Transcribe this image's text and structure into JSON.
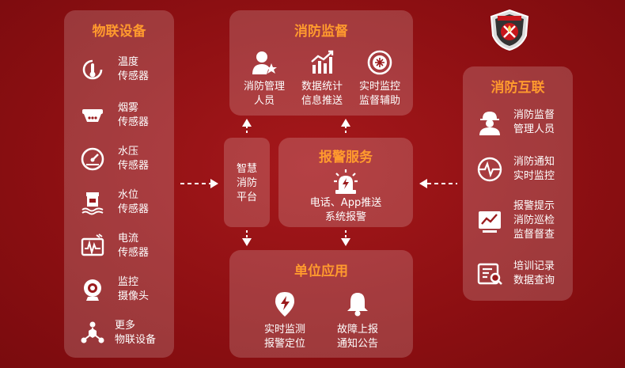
{
  "left_panel": {
    "title": "物联设备",
    "items": [
      {
        "label": "温度\n传感器",
        "icon": "thermometer-icon"
      },
      {
        "label": "烟雾\n传感器",
        "icon": "smoke-detector-icon"
      },
      {
        "label": "水压\n传感器",
        "icon": "pressure-gauge-icon"
      },
      {
        "label": "水位\n传感器",
        "icon": "water-level-icon"
      },
      {
        "label": "电流\n传感器",
        "icon": "current-sensor-icon"
      },
      {
        "label": "监控\n摄像头",
        "icon": "camera-icon"
      },
      {
        "label": "更多\n物联设备",
        "icon": "more-devices-icon"
      }
    ]
  },
  "top_panel": {
    "title": "消防监督",
    "items": [
      {
        "label": "消防管理\n人员",
        "icon": "manager-icon"
      },
      {
        "label": "数据统计\n信息推送",
        "icon": "statistics-icon"
      },
      {
        "label": "实时监控\n监督辅助",
        "icon": "monitor-icon"
      }
    ]
  },
  "center_panel": {
    "label": "智慧\n消防\n平台"
  },
  "alarm_panel": {
    "title": "报警服务",
    "label": "电话、App推送\n系统报警",
    "icon": "alarm-light-icon"
  },
  "bottom_panel": {
    "title": "单位应用",
    "items": [
      {
        "label": "实时监测\n报警定位",
        "icon": "location-icon"
      },
      {
        "label": "故障上报\n通知公告",
        "icon": "bell-icon"
      }
    ]
  },
  "right_panel": {
    "title": "消防互联",
    "items": [
      {
        "label": "消防监督\n管理人员",
        "icon": "firefighter-icon"
      },
      {
        "label": "消防通知\n实时监控",
        "icon": "pulse-icon"
      },
      {
        "label": "报警提示\n消防巡检\n监督督查",
        "icon": "trend-chart-icon"
      },
      {
        "label": "培训记录\n数据查询",
        "icon": "record-search-icon"
      }
    ]
  },
  "colors": {
    "accent": "#ff9a2e",
    "background": "#8c0f12"
  }
}
